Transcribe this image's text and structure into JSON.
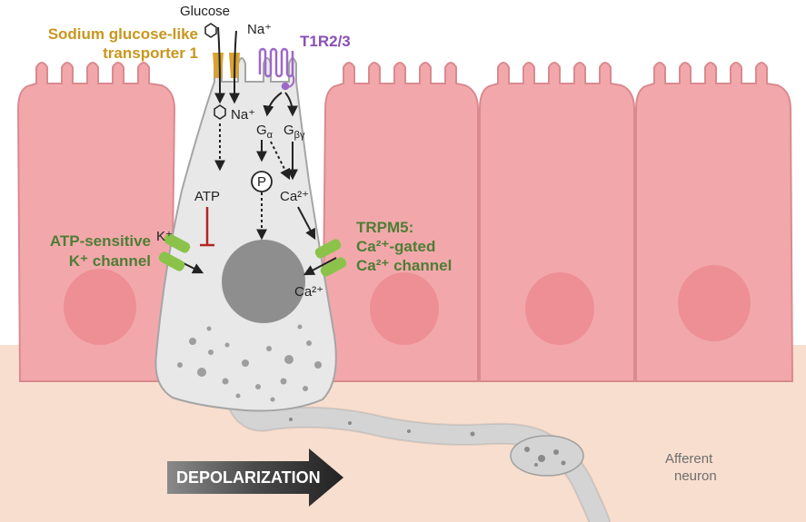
{
  "labels": {
    "glucose": "Glucose",
    "na_plus_top": "Na⁺",
    "sglt1_line1": "Sodium glucose-like",
    "sglt1_line2": "transporter 1",
    "t1r": "T1R2/3",
    "na_plus_inside": "Na⁺",
    "g_alpha_base": "G",
    "g_alpha_sub": "α",
    "g_bg_base": "G",
    "g_bg_sub": "βγ",
    "p_circle": "P",
    "atp": "ATP",
    "ca_inside": "Ca²⁺",
    "k_plus": "K⁺",
    "katp_line1": "ATP-sensitive",
    "katp_line2": "K⁺ channel",
    "trpm5_line1": "TRPM5:",
    "trpm5_line2": "Ca²⁺-gated",
    "trpm5_line3": "Ca²⁺ channel",
    "ca_influx": "Ca²⁺",
    "depolarization": "DEPOLARIZATION",
    "afferent_line1": "Afferent",
    "afferent_line2": "neuron"
  },
  "colors": {
    "cell_fill": "#f2a8ab",
    "cell_stroke": "#d98a8f",
    "nucleus_fill": "#ed8f95",
    "tuft_cell_fill": "#e8e8e8",
    "tuft_nucleus": "#8e8e8e",
    "tissue_bg": "#f8dece",
    "sglt1": "#d8a232",
    "t1r": "#9d68c7",
    "channel_green": "#8bc34a",
    "label_green": "#4e7d35",
    "label_gold": "#c9961e",
    "label_purple": "#8a4fb5",
    "inhibit_red": "#b52424",
    "depol_arrow": "#3d3d3d"
  }
}
